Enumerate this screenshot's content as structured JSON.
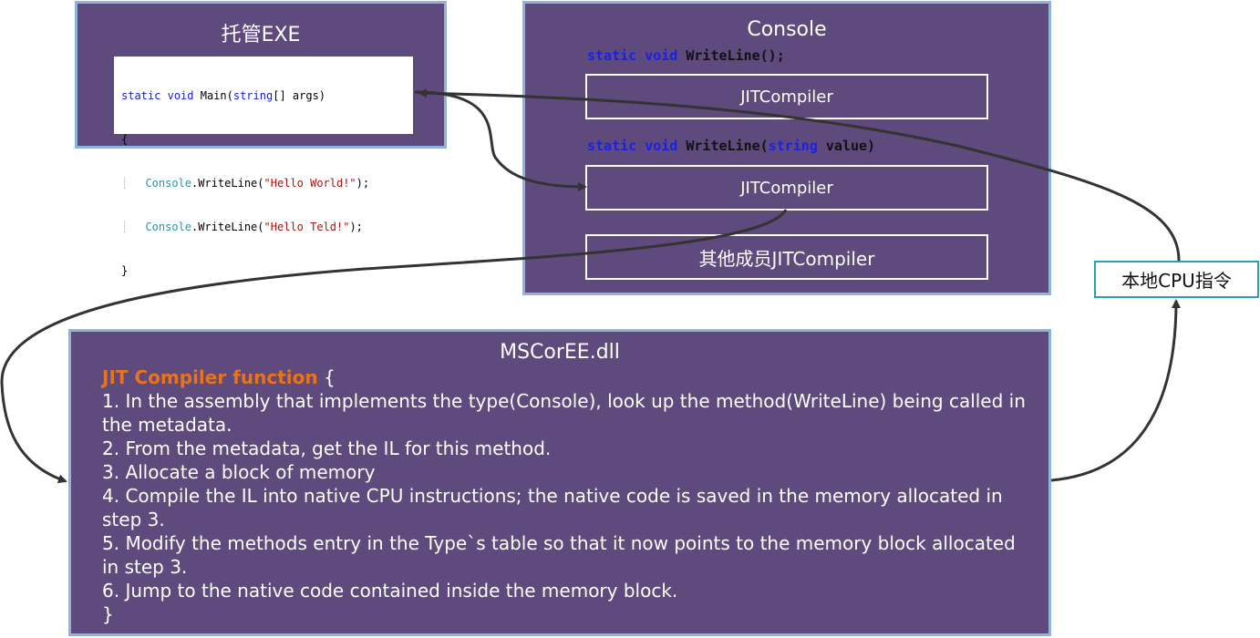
{
  "exe": {
    "title": "托管EXE",
    "code": {
      "l1_kw1": "static",
      "l1_kw2": "void",
      "l1_mid": "Main(",
      "l1_kw3": "string",
      "l1_end": "[] args)",
      "l2": "{",
      "l3_type": "Console",
      "l3_mid": ".WriteLine(",
      "l3_str": "\"Hello World!\"",
      "l3_end": ");",
      "l4_type": "Console",
      "l4_mid": ".WriteLine(",
      "l4_str": "\"Hello Teld!\"",
      "l4_end": ");",
      "l5": "}"
    }
  },
  "console": {
    "title": "Console",
    "sig1": {
      "kw1": "static",
      "kw2": "void",
      "rest": "WriteLine();"
    },
    "jit1": "JITCompiler",
    "sig2": {
      "kw1": "static",
      "kw2": "void",
      "mid": "WriteLine(",
      "kw3": "string",
      "rest": "value)"
    },
    "jit2": "JITCompiler",
    "jit3": "其他成员JITCompiler"
  },
  "native": {
    "label": "本地CPU指令"
  },
  "mscoree": {
    "title": "MSCorEE.dll",
    "fn_name": "JIT Compiler function",
    "fn_open": " {",
    "steps": [
      "1. In the assembly that implements the type(Console), look up the method(WriteLine) being called in the metadata.",
      "2. From the metadata, get the IL for this method.",
      "3. Allocate a block of memory",
      "4. Compile the IL into native CPU instructions; the native code is saved in the memory allocated in step 3.",
      "5. Modify the methods entry in the Type`s table so that it now points to the memory block allocated in step 3.",
      "6. Jump to the native code contained inside the memory block."
    ],
    "fn_close": "}"
  },
  "colors": {
    "box_fill": "#5e4a7c",
    "box_border": "#8fb4dc",
    "keyword": "#1a20d8",
    "type": "#2b91af",
    "string": "#a31515",
    "function_name": "#e8731c",
    "native_border": "#2aa0b0",
    "arrow": "#333333"
  }
}
